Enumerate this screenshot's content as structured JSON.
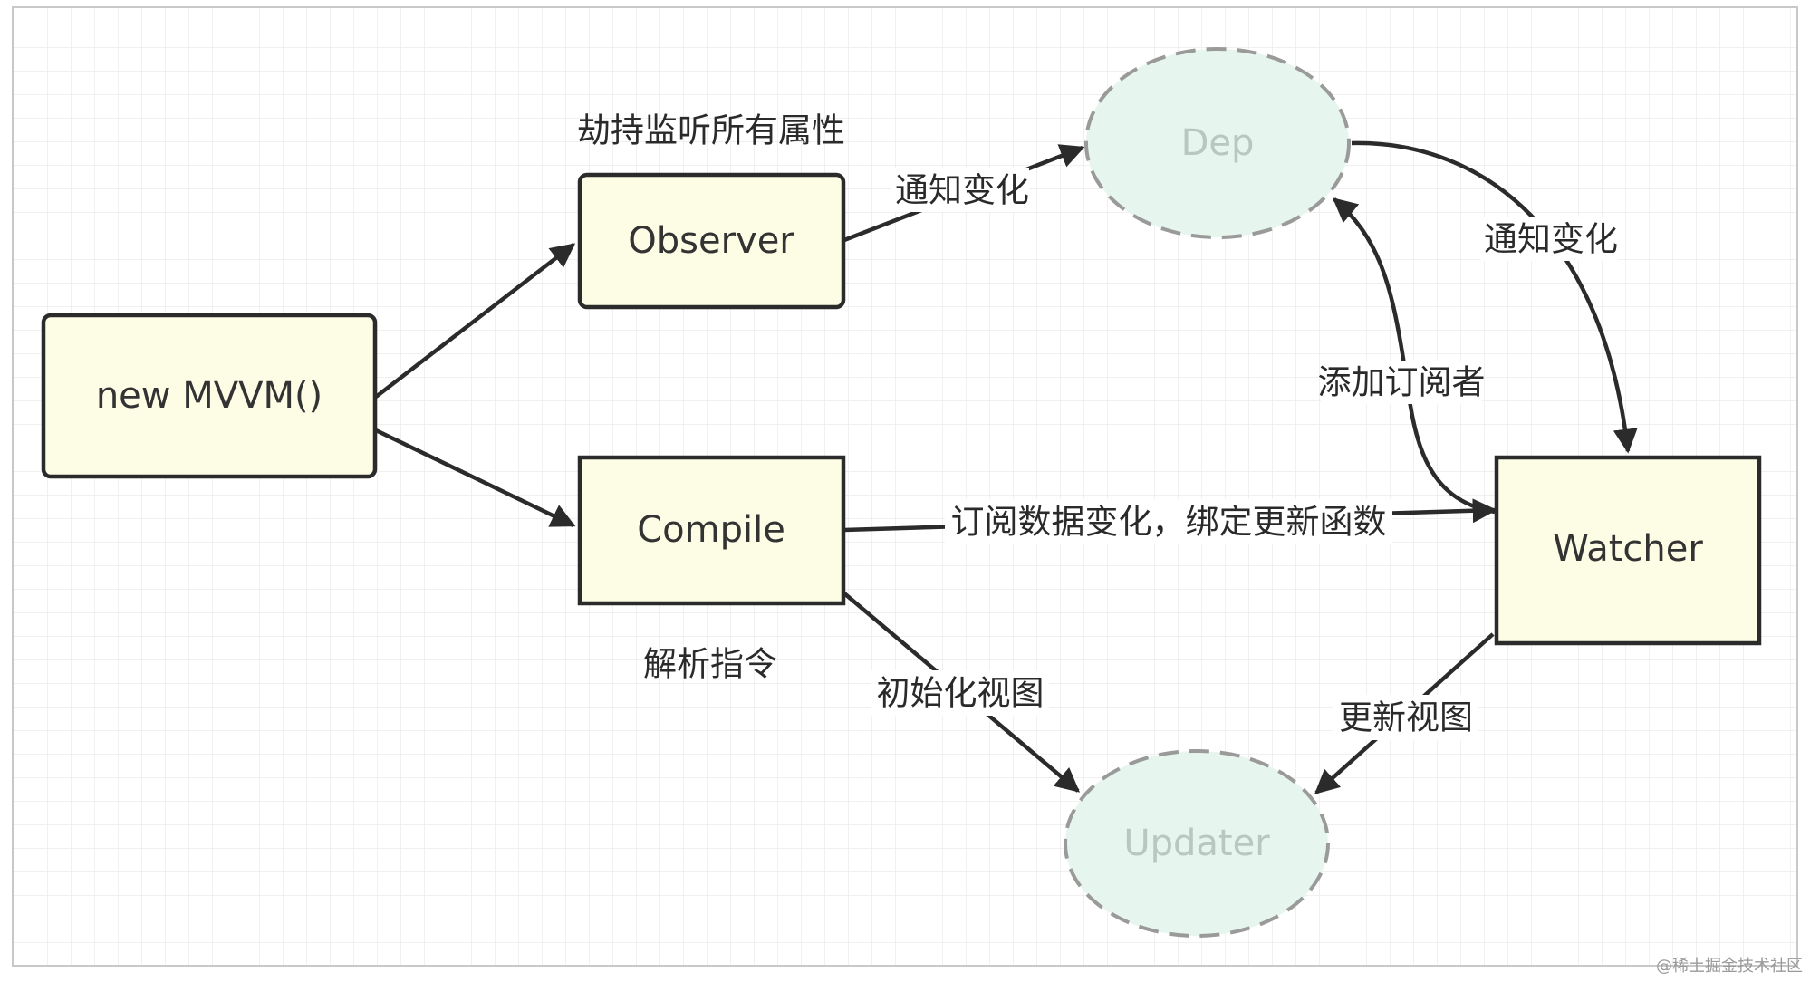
{
  "nodes": {
    "mvvm": "new MVVM()",
    "observer": "Observer",
    "compile": "Compile",
    "dep": "Dep",
    "watcher": "Watcher",
    "updater": "Updater"
  },
  "annotations": {
    "observer_note": "劫持监听所有属性",
    "compile_note": "解析指令"
  },
  "edges": {
    "observer_to_dep": "通知变化",
    "dep_to_watcher": "通知变化",
    "watcher_to_dep": "添加订阅者",
    "compile_to_watcher": "订阅数据变化，绑定更新函数",
    "compile_to_updater": "初始化视图",
    "watcher_to_updater": "更新视图"
  },
  "watermark": "@稀土掘金技术社区",
  "colors": {
    "box_fill": "#fdfde6",
    "ellipse_fill": "#e6f6ee",
    "stroke": "#2b2b2b",
    "grid": "#e8e8e8"
  }
}
